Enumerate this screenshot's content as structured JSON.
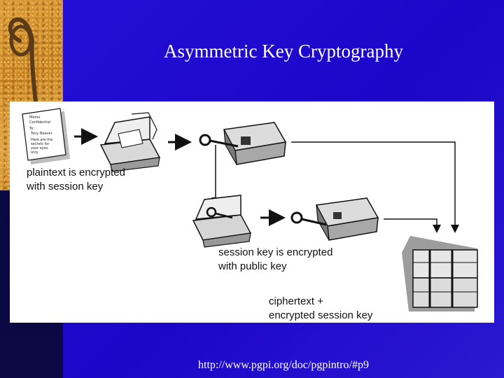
{
  "slide": {
    "title": "Asymmetric Key Cryptography",
    "source_url": "http://www.pgpi.org/doc/pgpintro/#p9",
    "background_color": "#1c06c8",
    "text_color": "#ffffff"
  },
  "diagram": {
    "captions": {
      "plaintext_line1": "plaintext is encrypted",
      "plaintext_line2": "with session key",
      "session_line1": "session key is encrypted",
      "session_line2": "with public key",
      "cipher_line1": "ciphertext +",
      "cipher_line2": "encrypted session key"
    },
    "doc_text": [
      "Memo",
      "Confidential",
      "To:",
      "Tony Beaver",
      "Here are the",
      "secrets for",
      "your eyes",
      "only"
    ],
    "icons": [
      "document-icon",
      "open-chest-icon",
      "locked-chest-icon",
      "key-icon",
      "session-key-chest-icon",
      "cipher-bundle-icon"
    ]
  }
}
